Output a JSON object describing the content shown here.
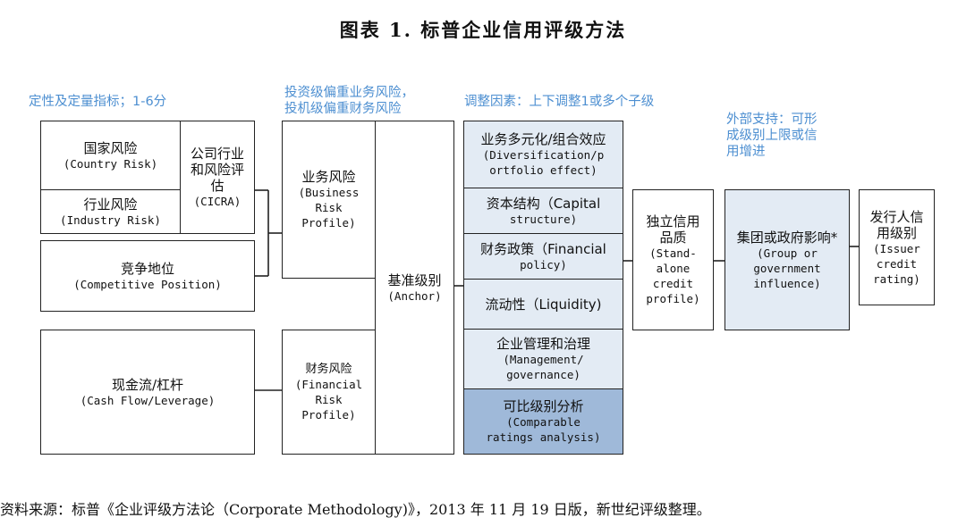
{
  "title": "图表 1. 标普企业信用评级方法",
  "labels": {
    "qualitative": "定性及定量指标；1-6分",
    "investment_line1": "投资级偏重业务风险，",
    "investment_line2": "投机级偏重财务风险",
    "adjust": "调整因素：上下调整1或多个子级",
    "external_line1": "外部支持：可形",
    "external_line2": "成级别上限或信",
    "external_line3": "用增进"
  },
  "boxes": {
    "country": {
      "cn": "国家风险",
      "en": "(Country Risk)"
    },
    "industry": {
      "cn": "行业风险",
      "en": "(Industry Risk)"
    },
    "cicra": {
      "cn1": "公司行业",
      "cn2": "和风险评",
      "cn3": "估",
      "en": "(CICRA)"
    },
    "competitive": {
      "cn": "竞争地位",
      "en": "(Competitive Position)"
    },
    "cashflow": {
      "cn": "现金流/杠杆",
      "en": "(Cash Flow/Leverage)"
    },
    "business_risk": {
      "cn": "业务风险",
      "en1": "(Business",
      "en2": "Risk",
      "en3": "Profile)"
    },
    "financial_risk": {
      "cn": "财务风险",
      "en1": "(Financial",
      "en2": "Risk",
      "en3": "Profile)"
    },
    "anchor": {
      "cn": "基准级别",
      "en": "(Anchor)"
    },
    "diversification": {
      "cn": "业务多元化/组合效应",
      "en1": "(Diversification/p",
      "en2": "ortfolio effect)"
    },
    "capital": {
      "cn": "资本结构（Capital",
      "en": "structure)"
    },
    "financial_policy": {
      "cn": "财务政策（Financial",
      "en": "policy)"
    },
    "liquidity": {
      "cn": "流动性（Liquidity)"
    },
    "management": {
      "cn": "企业管理和治理",
      "en1": "(Management/",
      "en2": "governance)"
    },
    "comparable": {
      "cn": "可比级别分析",
      "en1": "(Comparable",
      "en2": "ratings analysis)"
    },
    "standalone": {
      "cn1": "独立信用",
      "cn2": "品质",
      "en1": "(Stand-",
      "en2": "alone",
      "en3": "credit",
      "en4": "profile)"
    },
    "group": {
      "cn": "集团或政府影响*",
      "en1": "(Group or",
      "en2": "government",
      "en3": "influence)"
    },
    "issuer": {
      "cn1": "发行人信",
      "cn2": "用级别",
      "en1": "(Issuer",
      "en2": "credit",
      "en3": "rating)"
    }
  },
  "footer": "资料来源：标普《企业评级方法论（Corporate Methodology)》，2013 年 11 月 19 日版，新世纪评级整理。",
  "colors": {
    "label_blue": "#4d8fd1",
    "light_fill": "#e3ebf4",
    "dark_fill": "#9fb9d9"
  }
}
